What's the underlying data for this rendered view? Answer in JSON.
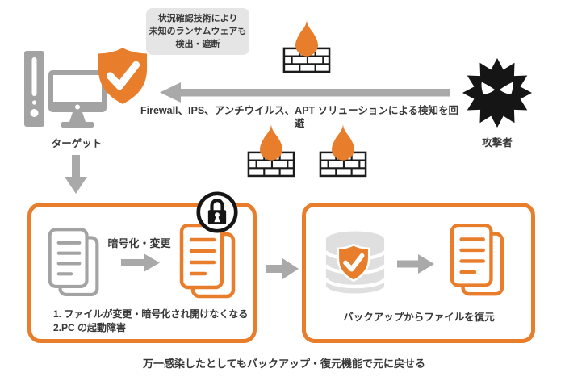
{
  "colors": {
    "orange": "#E87E2B",
    "icon_gray": "#A3A3A3",
    "arrow_gray": "#A9A9A9",
    "database_gray": "#DFDFDF",
    "text": "#383838",
    "info_box_bg": "#E5E5E5",
    "black": "#151515"
  },
  "top_section": {
    "info_box_lines": [
      "状況確認技術により",
      "未知のランサムウェアも",
      "検出・遮断"
    ],
    "target_label": "ターゲット",
    "attacker_label": "攻撃者",
    "evasion_caption": "Firewall、IPS、アンチウイルス、APT ソリューションによる検知を回避"
  },
  "infection_box": {
    "encryption_label": "暗号化・変更",
    "issue_lines": [
      "1. ファイルが変更・暗号化され開けなくなる",
      "2.PC の起動障害"
    ]
  },
  "recovery_box": {
    "caption": "バックアップからファイルを復元"
  },
  "footer_caption": "万一感染したとしてもバックアップ・復元機能で元に戻せる",
  "icons": {
    "pc-tower-icon": "desktop tower",
    "monitor-icon": "computer monitor",
    "shield-check-icon": "orange shield with white checkmark",
    "firewall-icon": "brick wall with flame",
    "attacker-icon": "black spiked malware ball with angry eyes",
    "arrow-icon": "gray block arrow",
    "document-stack-icon": "stacked document pages",
    "lock-icon": "black padlock in circle",
    "database-icon": "gray database cylinder"
  }
}
